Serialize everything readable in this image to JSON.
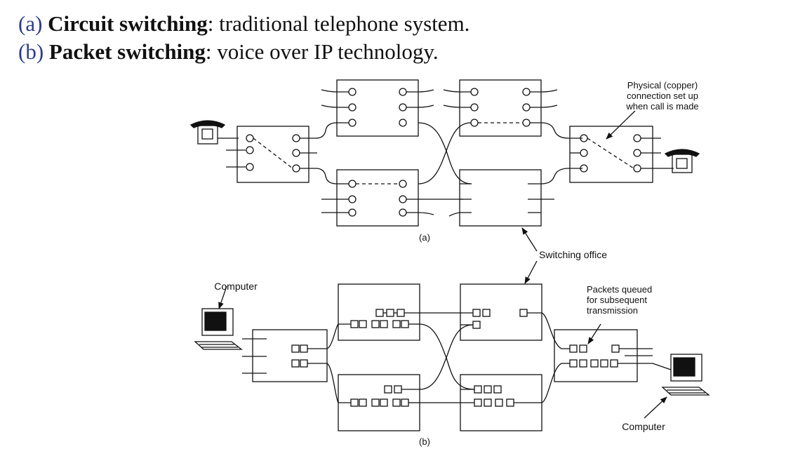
{
  "bullets": [
    {
      "label": "(a)",
      "term": "Circuit switching",
      "rest": ": traditional telephone system."
    },
    {
      "label": "(b)",
      "term": "Packet switching",
      "rest": ": voice over IP technology."
    }
  ],
  "diagram": {
    "caption_a": "(a)",
    "caption_b": "(b)",
    "note_physical": [
      "Physical (copper)",
      "connection set up",
      "when call is made"
    ],
    "label_switching_office": "Switching office",
    "label_computer_left": "Computer",
    "label_computer_right": "Computer",
    "note_packets": [
      "Packets queued",
      "for subsequent",
      "transmission"
    ]
  },
  "colors": {
    "label": "#2e3c8a",
    "ink": "#111111"
  }
}
